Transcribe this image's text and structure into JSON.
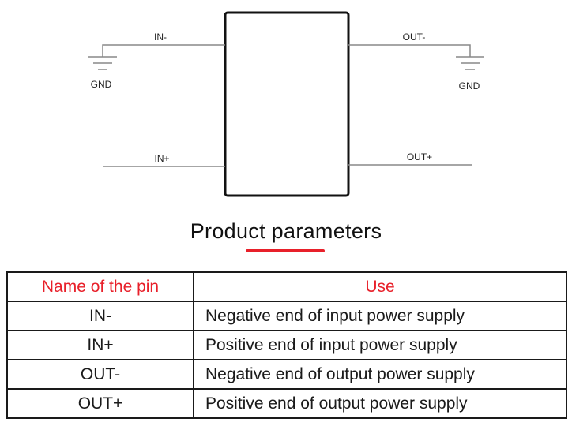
{
  "diagram": {
    "pins": {
      "in_minus": "IN-",
      "in_plus": "IN+",
      "out_minus": "OUT-",
      "out_plus": "OUT+"
    },
    "gnd_left": "GND",
    "gnd_right": "GND"
  },
  "section_title": "Product parameters",
  "colors": {
    "accent": "#e8202a",
    "line": "#888888",
    "text": "#1a1a1a"
  },
  "table": {
    "headers": [
      "Name of the pin",
      "Use"
    ],
    "rows": [
      {
        "pin": "IN-",
        "use": "Negative end of input power supply"
      },
      {
        "pin": "IN+",
        "use": "Positive end of input power supply"
      },
      {
        "pin": "OUT-",
        "use": "Negative end of output power supply"
      },
      {
        "pin": "OUT+",
        "use": "Positive end of output power supply"
      }
    ]
  }
}
